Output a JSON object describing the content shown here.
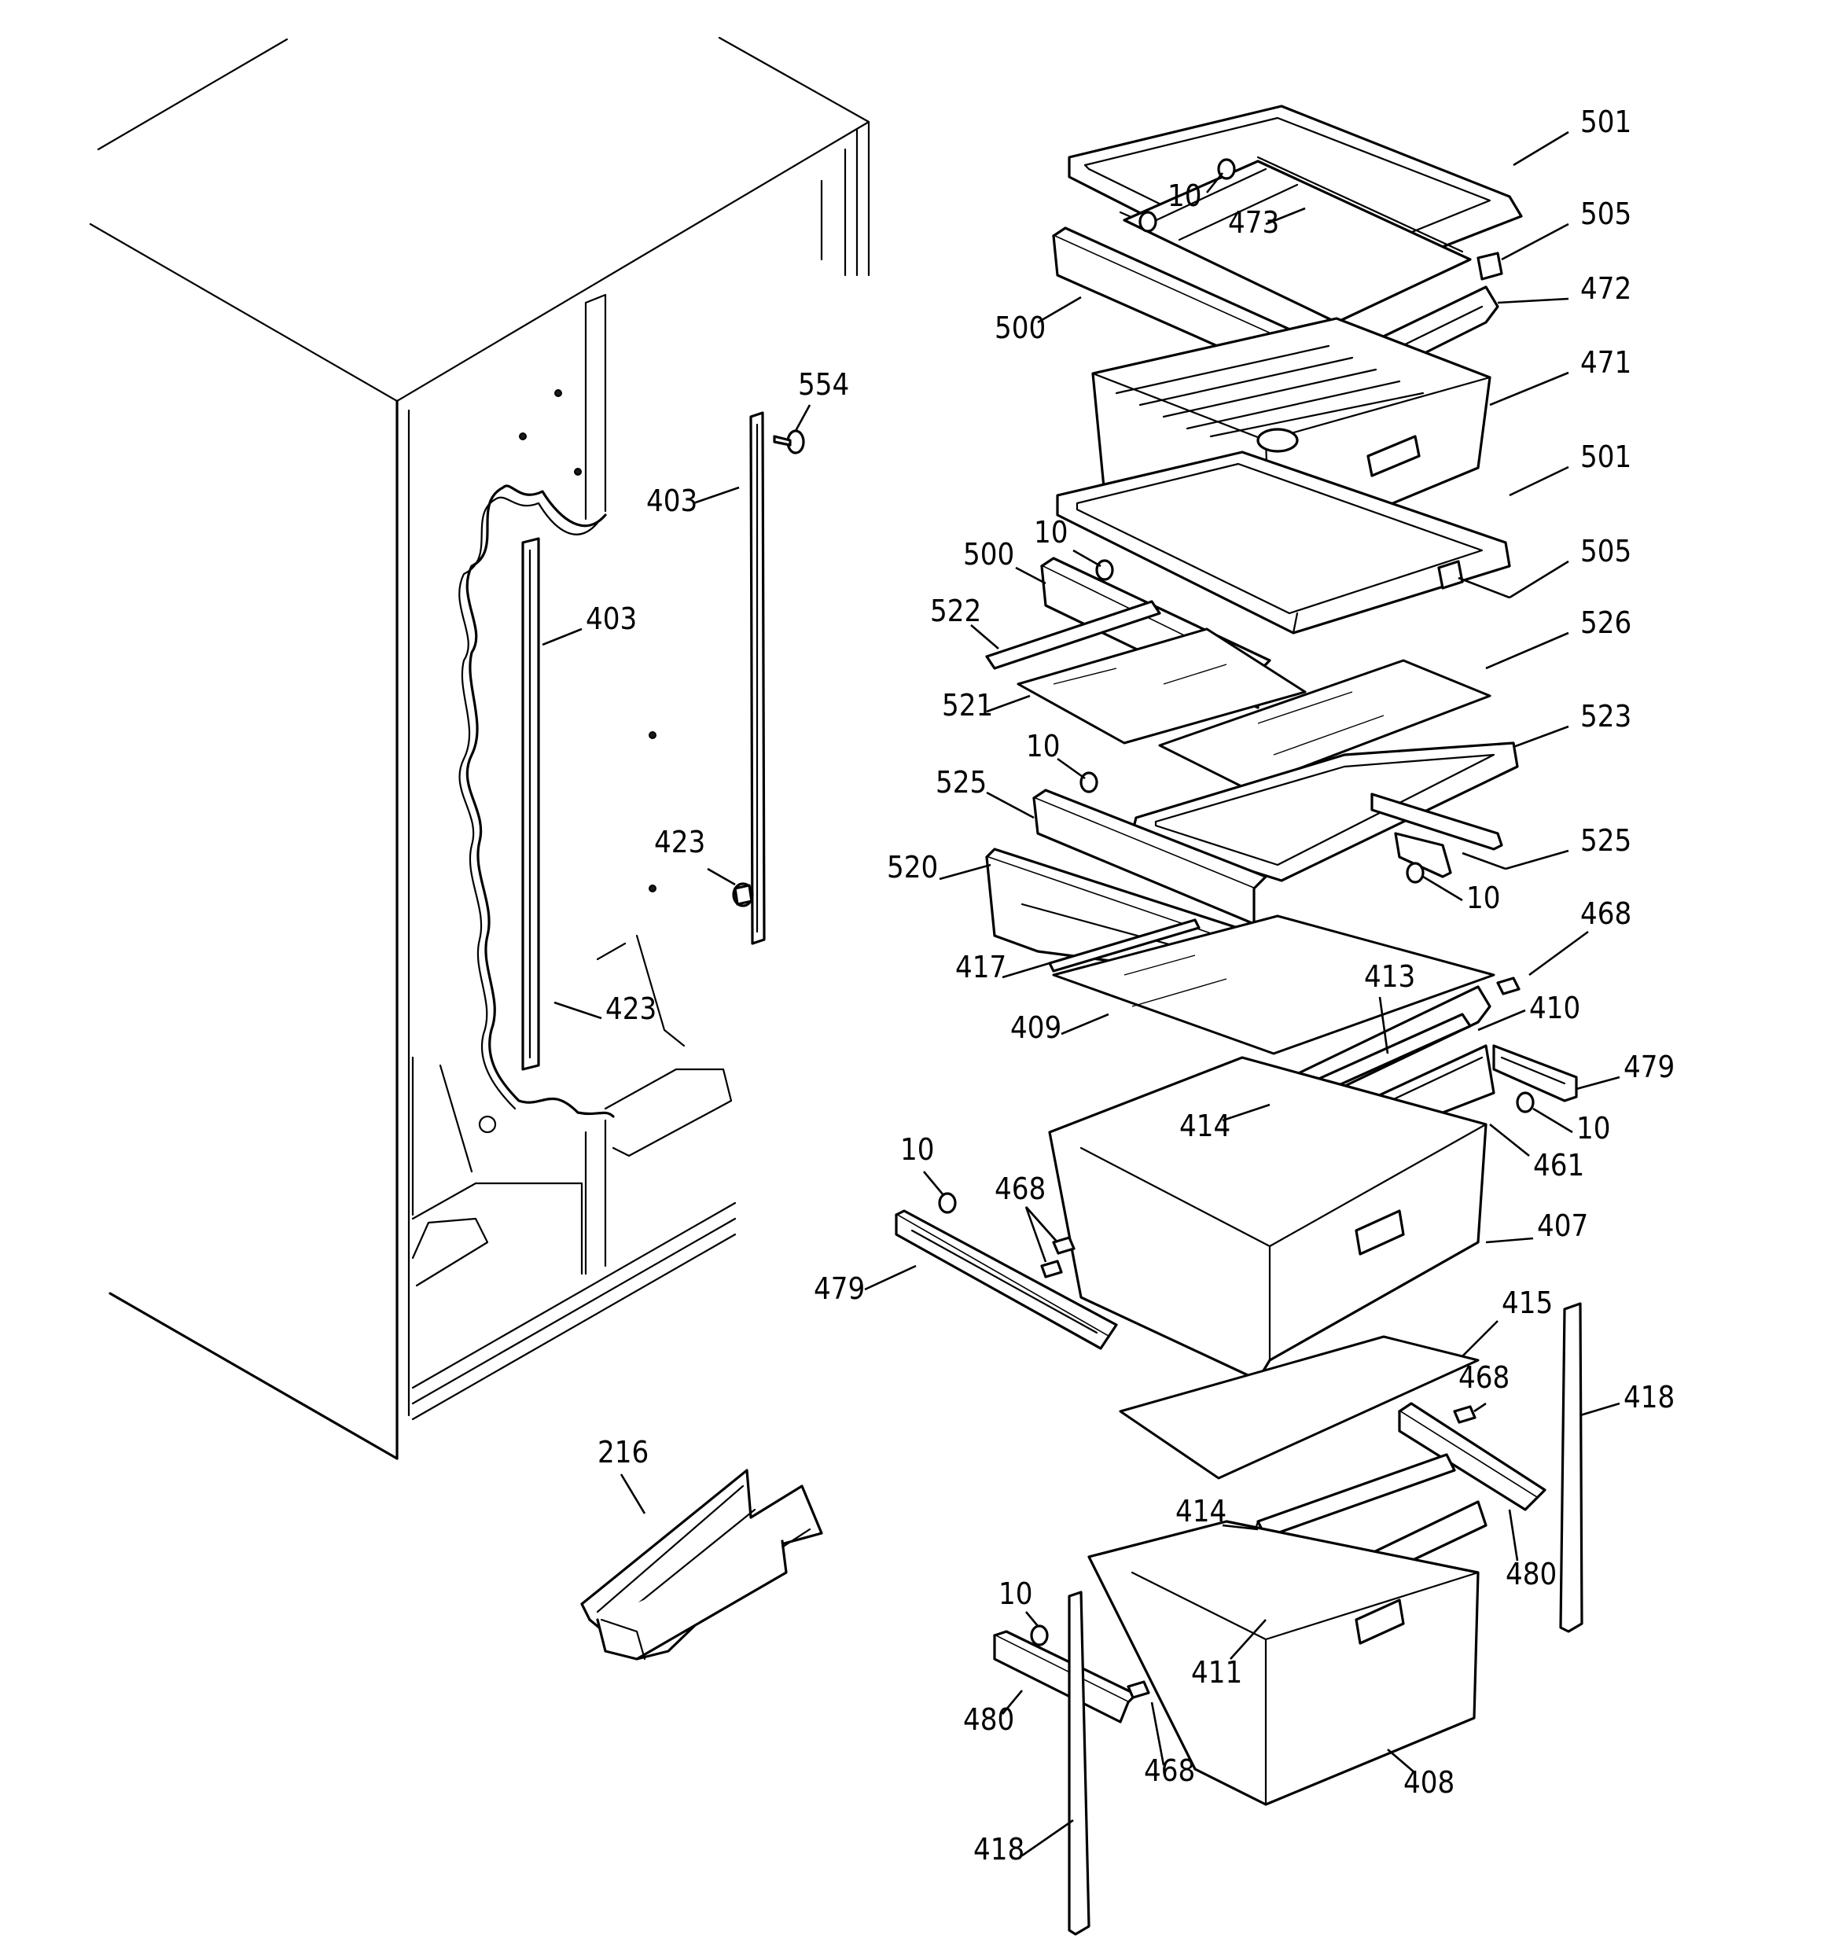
{
  "callouts": [
    {
      "id": "c501a",
      "text": "501"
    },
    {
      "id": "c10a",
      "text": "10"
    },
    {
      "id": "c473",
      "text": "473"
    },
    {
      "id": "c505a",
      "text": "505"
    },
    {
      "id": "c472",
      "text": "472"
    },
    {
      "id": "c500a",
      "text": "500"
    },
    {
      "id": "c471",
      "text": "471"
    },
    {
      "id": "c554",
      "text": "554"
    },
    {
      "id": "c403a",
      "text": "403"
    },
    {
      "id": "c501b",
      "text": "501"
    },
    {
      "id": "c10b",
      "text": "10"
    },
    {
      "id": "c500b",
      "text": "500"
    },
    {
      "id": "c505b",
      "text": "505"
    },
    {
      "id": "c403b",
      "text": "403"
    },
    {
      "id": "c522",
      "text": "522"
    },
    {
      "id": "c526",
      "text": "526"
    },
    {
      "id": "c521",
      "text": "521"
    },
    {
      "id": "c523",
      "text": "523"
    },
    {
      "id": "c10c",
      "text": "10"
    },
    {
      "id": "c525a",
      "text": "525"
    },
    {
      "id": "c423a",
      "text": "423"
    },
    {
      "id": "c520",
      "text": "520"
    },
    {
      "id": "c525b",
      "text": "525"
    },
    {
      "id": "c10d",
      "text": "10"
    },
    {
      "id": "c468a",
      "text": "468"
    },
    {
      "id": "c417",
      "text": "417"
    },
    {
      "id": "c413",
      "text": "413"
    },
    {
      "id": "c423b",
      "text": "423"
    },
    {
      "id": "c410",
      "text": "410"
    },
    {
      "id": "c409",
      "text": "409"
    },
    {
      "id": "c479a",
      "text": "479"
    },
    {
      "id": "c414a",
      "text": "414"
    },
    {
      "id": "c10e",
      "text": "10"
    },
    {
      "id": "c461",
      "text": "461"
    },
    {
      "id": "c10f",
      "text": "10"
    },
    {
      "id": "c468b",
      "text": "468"
    },
    {
      "id": "c407",
      "text": "407"
    },
    {
      "id": "c479b",
      "text": "479"
    },
    {
      "id": "c415",
      "text": "415"
    },
    {
      "id": "c468c",
      "text": "468"
    },
    {
      "id": "c418a",
      "text": "418"
    },
    {
      "id": "c216",
      "text": "216"
    },
    {
      "id": "c414b",
      "text": "414"
    },
    {
      "id": "c480a",
      "text": "480"
    },
    {
      "id": "c10g",
      "text": "10"
    },
    {
      "id": "c411",
      "text": "411"
    },
    {
      "id": "c480b",
      "text": "480"
    },
    {
      "id": "c468d",
      "text": "468"
    },
    {
      "id": "c408",
      "text": "408"
    },
    {
      "id": "c418b",
      "text": "418"
    }
  ]
}
